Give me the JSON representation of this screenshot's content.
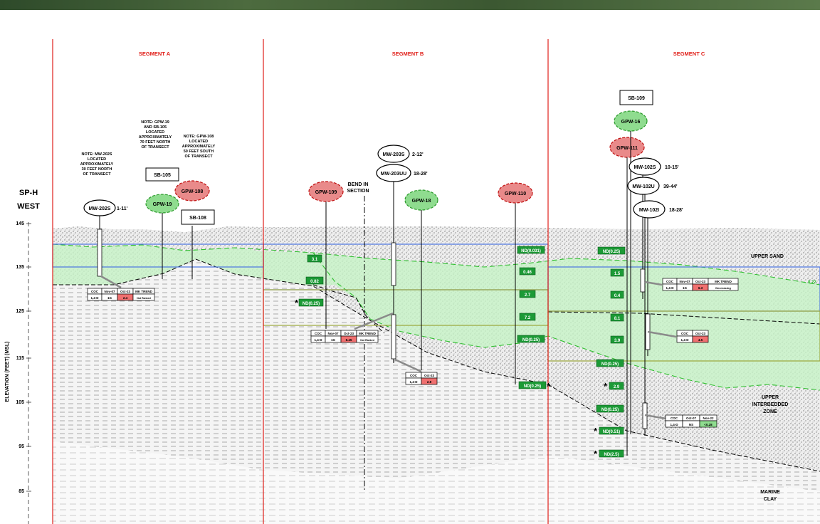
{
  "axis": {
    "title": "SP-H",
    "subtitle": "WEST",
    "ylabel": "ELEVATION (FEET) (MSL)",
    "ticks": [
      "145",
      "135",
      "125",
      "115",
      "105",
      "95",
      "85"
    ]
  },
  "segments": [
    "SEGMENT A",
    "SEGMENT B",
    "SEGMENT C"
  ],
  "notes": {
    "mw202": [
      "NOTE: MW-202S",
      "LOCATED",
      "APPROXIMATELY",
      "30 FEET NORTH",
      "OF TRANSECT"
    ],
    "gpw19": [
      "NOTE: GPW-19",
      "AND SB-105",
      "LOCATED",
      "APPROXIMATELY",
      "70 FEET NORTH",
      "OF TRANSECT"
    ],
    "gpw108": [
      "NOTE: GPW-108",
      "LOCATED",
      "APPROXIMATELY",
      "50 FEET SOUTH",
      "OF TRANSECT"
    ]
  },
  "bend": [
    "BEND IN",
    "SECTION"
  ],
  "wells": {
    "mw202s": "MW-202S",
    "mw202s_screen": "1-11'",
    "gpw19": "GPW-19",
    "sb105": "SB-105",
    "gpw108": "GPW-108",
    "sb108": "SB-108",
    "gpw109": "GPW-109",
    "mw203s": "MW-203S",
    "mw203s_screen": "2-12'",
    "mw203uu": "MW-203UU",
    "mw203uu_screen": "18-28'",
    "gpw18": "GPW-18",
    "gpw110": "GPW-110",
    "sb109": "SB-109",
    "gpw16": "GPW-16",
    "gpw111": "GPW-111",
    "mw102s": "MW-102S",
    "mw102s_screen": "10-15'",
    "mw102u": "MW-102U",
    "mw102u_screen": "39-44'",
    "mw102i": "MW-102I",
    "mw102i_screen": "18-28'"
  },
  "zones": {
    "upper_sand": "UPPER SAND",
    "interbedded": [
      "UPPER",
      "INTERBEDDED",
      "ZONE"
    ],
    "marine": [
      "MARINE",
      "CLAY"
    ],
    "contour_label": "0.22"
  },
  "tags": {
    "b_gpw109_1": "3.1",
    "b_gpw109_2": "0.82",
    "b_gpw109_star": "ND(0.25)",
    "b_gpw110_1": "ND(0.031)",
    "b_gpw110_2": "0.46",
    "b_gpw110_3": "2.7",
    "b_gpw110_4": "7.2",
    "b_gpw110_5": "ND(0.25)",
    "b_gpw110_star": "ND(0.25)",
    "c_1": "ND(0.25)",
    "c_2": "1.5",
    "c_3": "0.4",
    "c_4": "8.1",
    "c_5": "3.9",
    "c_6": "ND(0.25)",
    "c_7": "2.9",
    "c_8": "ND(0.25)",
    "c_9": "ND(0.51)",
    "c_10": "ND(2.5)"
  },
  "tables": {
    "t1": {
      "header": [
        "COC",
        "Nov-07",
        "Oct-23",
        "MK TREND"
      ],
      "row": [
        "1,4-D",
        "1G",
        "2.4",
        "Not Ranked"
      ]
    },
    "t2": {
      "header": [
        "COC",
        "Nov-07",
        "Oct-23",
        "MK TREND"
      ],
      "row": [
        "1,4-D",
        "1G",
        "8.45",
        "Not Ranked"
      ]
    },
    "t3": {
      "header": [
        "COC",
        "Oct-23"
      ],
      "row": [
        "1,4-D",
        "2.8"
      ]
    },
    "t4": {
      "header": [
        "COC",
        "Nov-07",
        "Oct-23",
        "MK TREND"
      ],
      "row": [
        "1,4-D",
        "1G",
        "6.3",
        "Decreasing"
      ]
    },
    "t5": {
      "header": [
        "COC",
        "Oct-23"
      ],
      "row": [
        "1,4-D",
        "4.5"
      ]
    },
    "t6": {
      "header": [
        "COC",
        "Oct-07",
        "Nov-22"
      ],
      "row": [
        "1,4-D",
        "NS",
        "<0.28"
      ]
    }
  },
  "colors": {
    "segment_line": "#e0201a",
    "red_well": "#e98a8a",
    "green_well": "#8fdc8f",
    "contour": "#2fbf2f",
    "tag": "#1c9a36",
    "blue_box": "#4a74e0",
    "olive_box": "#9aa63a"
  }
}
